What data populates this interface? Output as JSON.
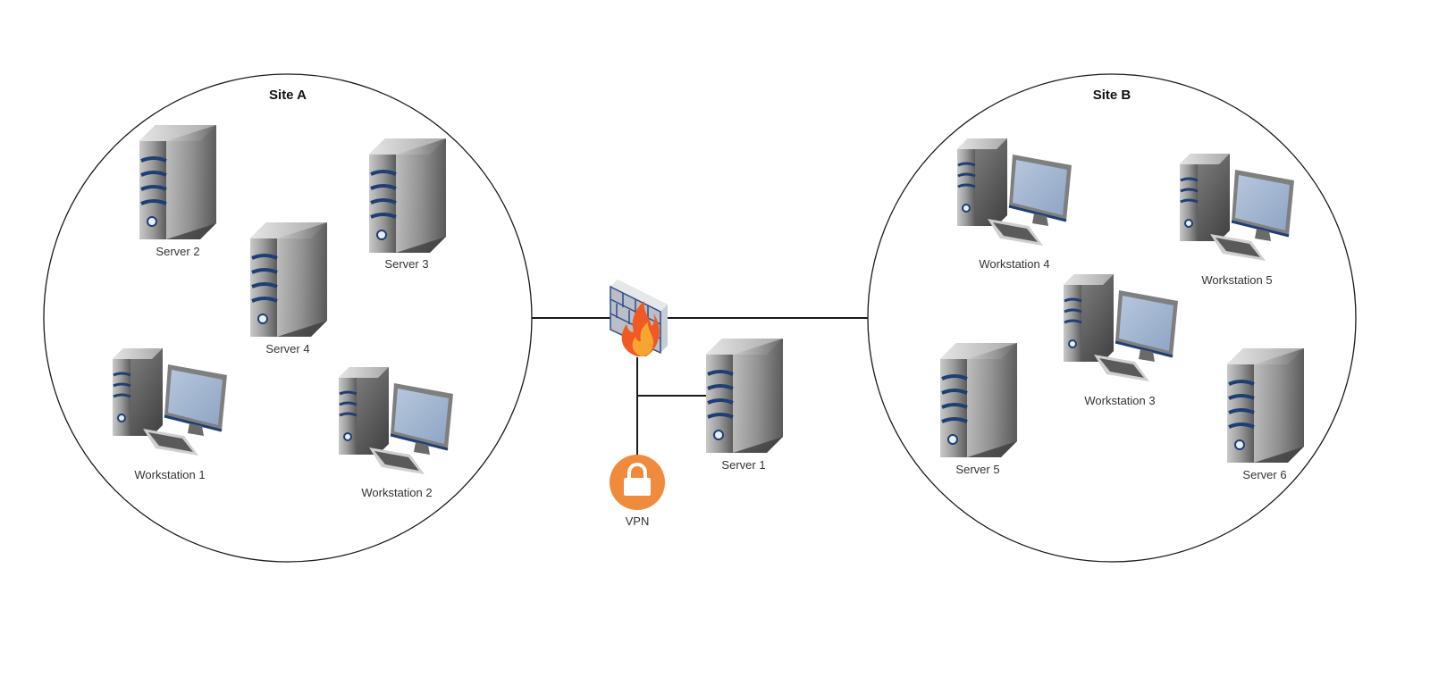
{
  "sites": {
    "a": {
      "title": "Site A"
    },
    "b": {
      "title": "Site B"
    }
  },
  "nodes": {
    "server1": "Server 1",
    "server2": "Server 2",
    "server3": "Server 3",
    "server4": "Server 4",
    "server5": "Server 5",
    "server6": "Server 6",
    "workstation1": "Workstation 1",
    "workstation2": "Workstation 2",
    "workstation3": "Workstation 3",
    "workstation4": "Workstation 4",
    "workstation5": "Workstation 5",
    "vpn": "VPN"
  },
  "icons": {
    "server": "server-icon",
    "workstation": "workstation-icon",
    "firewall": "firewall-icon",
    "vpn": "lock-icon"
  },
  "colors": {
    "vpn_orange": "#f08a3c",
    "server_stripe": "#1e3f73",
    "monitor_screen": "#9fb3cf",
    "link": "#1a1a1a"
  }
}
